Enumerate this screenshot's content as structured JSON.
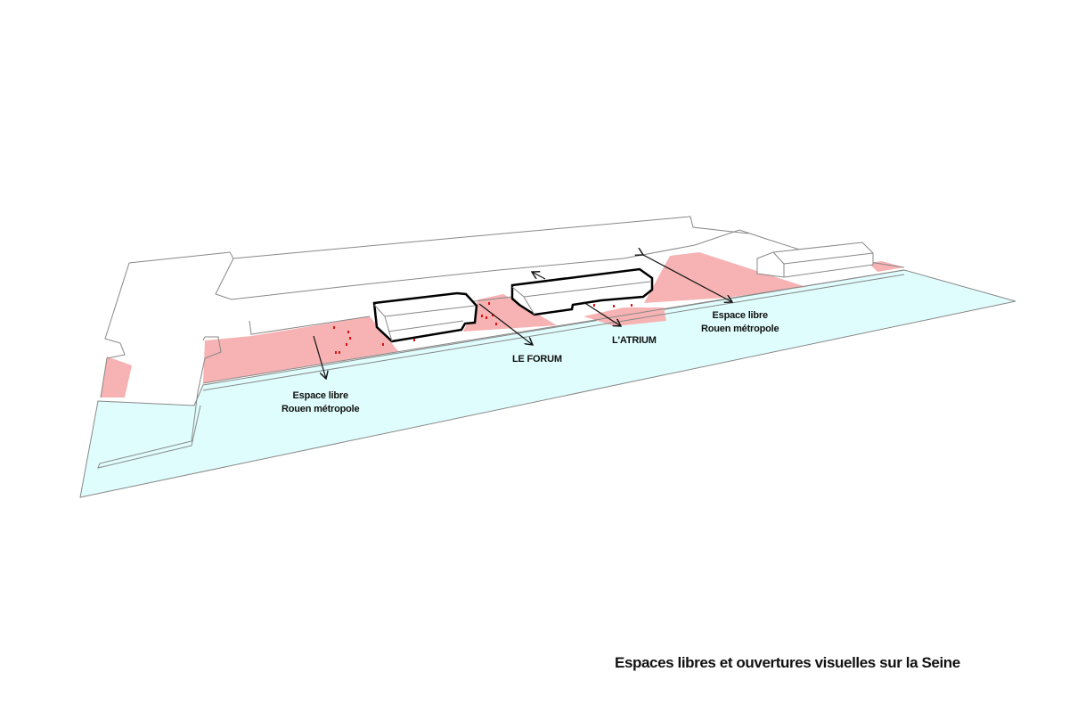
{
  "title": "Espaces libres et ouvertures visuelles sur la Seine",
  "labels": {
    "espace_left": {
      "line1": "Espace libre",
      "line2": "Rouen métropole"
    },
    "espace_right": {
      "line1": "Espace libre",
      "line2": "Rouen métropole"
    },
    "forum": "LE FORUM",
    "atrium": "L'ATRIUM"
  },
  "colors": {
    "free_space": "#f7b3b3",
    "water": "#e0fdfd",
    "building_outline": "#000000",
    "markers": "#e01010"
  }
}
